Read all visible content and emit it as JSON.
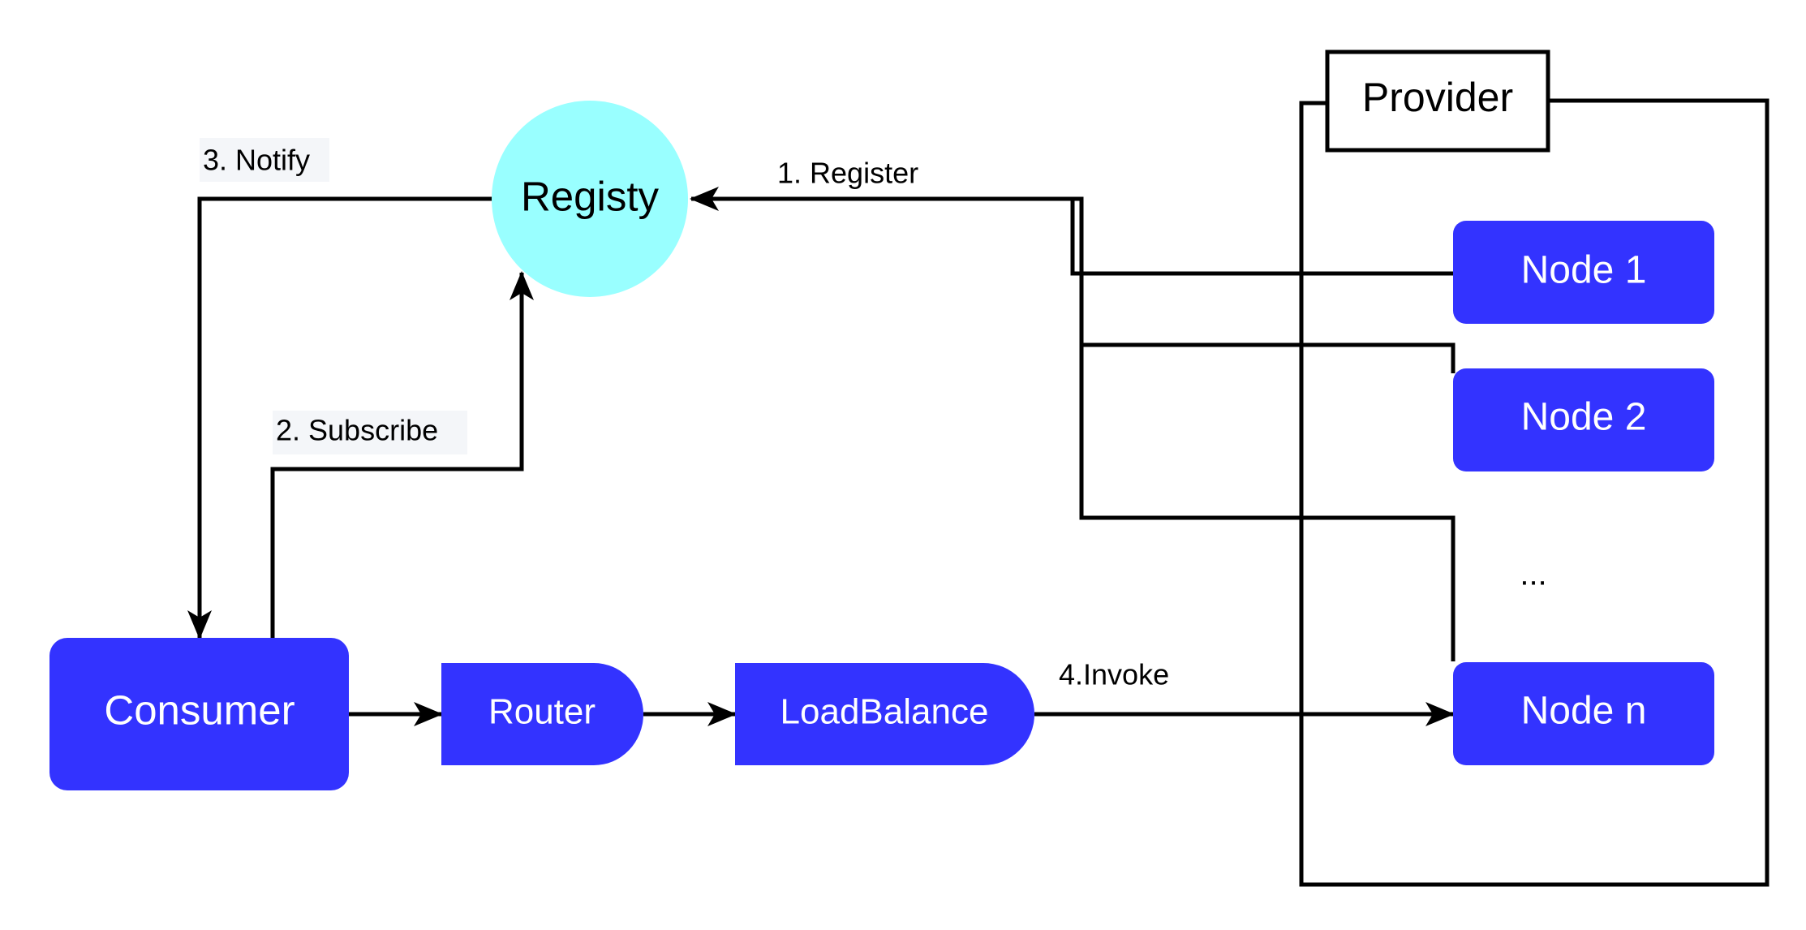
{
  "colors": {
    "node_fill": "#3333ff",
    "registry_fill": "#99ffff",
    "line": "#000000",
    "node_text": "#ffffff",
    "label_bg": "#f4f6f9"
  },
  "registry": {
    "label": "Registy"
  },
  "provider": {
    "title": "Provider",
    "ellipsis": "..."
  },
  "nodes": {
    "node1": "Node 1",
    "node2": "Node 2",
    "noden": "Node n"
  },
  "consumer": {
    "label": "Consumer"
  },
  "router": {
    "label": "Router"
  },
  "loadbalance": {
    "label": "LoadBalance"
  },
  "edges": {
    "register": "1. Register",
    "subscribe": "2. Subscribe",
    "notify": "3. Notify",
    "invoke": "4.Invoke"
  }
}
